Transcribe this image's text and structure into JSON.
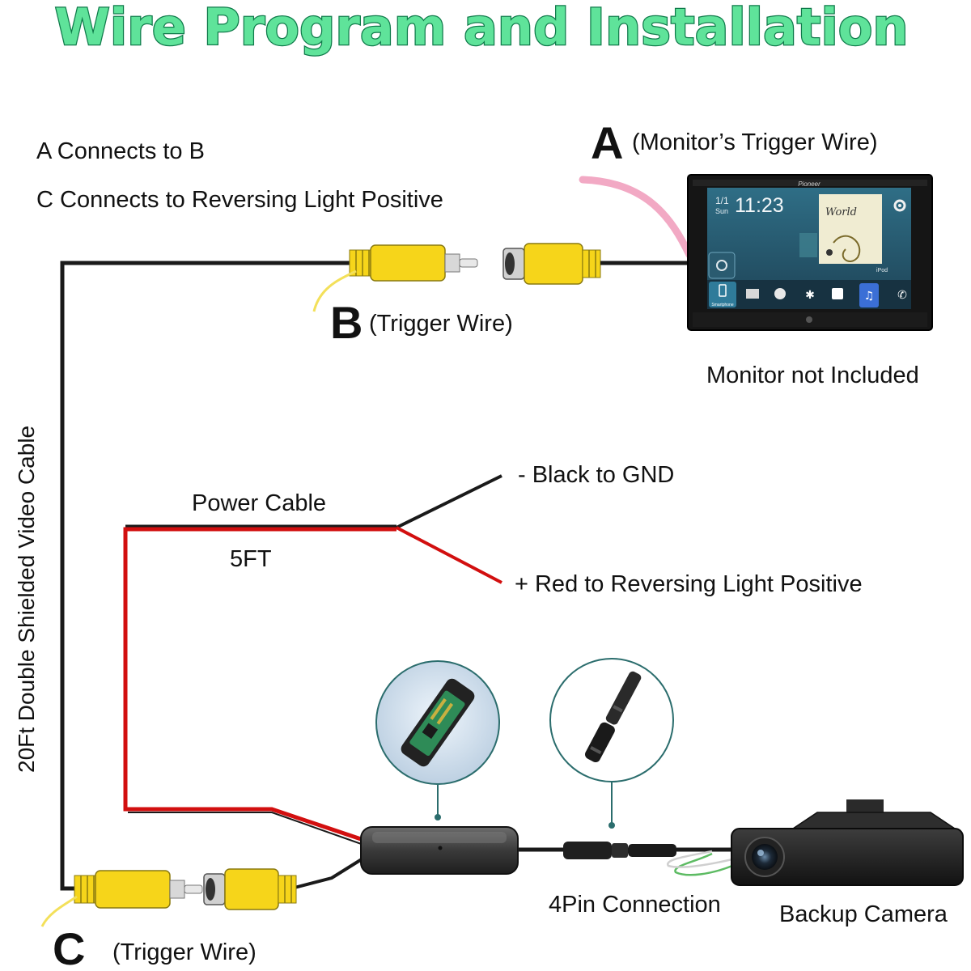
{
  "title": "Wire Program and Installation",
  "colors": {
    "title_fill": "#5fe39a",
    "title_stroke": "#0f7a4a",
    "video_cable": "#1a1a1a",
    "power_red": "#d20f0f",
    "trigger_yellow": "#f3e05a",
    "rca_yellow": "#f6d51a",
    "pink_wire": "#f2a9c4",
    "green_wire": "#5dbb63"
  },
  "notes": {
    "line1": "A Connects to B",
    "line2": "C Connects to Reversing Light Positive"
  },
  "labels": {
    "a_letter": "A",
    "a_text": "(Monitor’s Trigger Wire)",
    "b_letter": "B",
    "b_text": "(Trigger Wire)",
    "c_letter": "C",
    "c_text": "(Trigger Wire)",
    "monitor_note": "Monitor not Included",
    "vertical_cable": "20Ft Double Shielded Video Cable",
    "power_cable": "Power Cable",
    "power_length": "5FT",
    "black_gnd": "- Black to GND",
    "red_reverse": "+ Red to Reversing Light Positive",
    "pin_connection": "4Pin Connection",
    "backup_camera": "Backup Camera"
  },
  "monitor": {
    "brand": "Pioneer",
    "time": "11:23",
    "date_top": "1/1",
    "date_bottom": "Sun",
    "album_text": "World",
    "footer_label": "iPod",
    "smartphone_label": "Smartphone"
  }
}
